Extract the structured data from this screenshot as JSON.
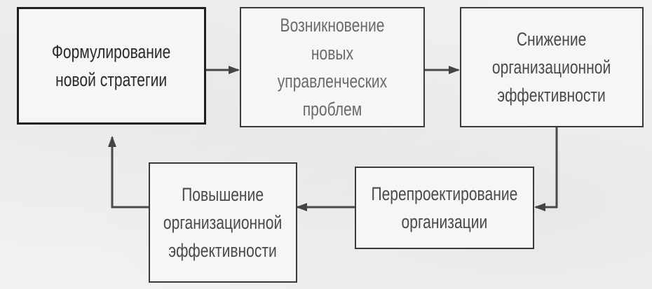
{
  "diagram": {
    "boxes": {
      "strategy": {
        "text": "Формулирование\nновой стратегии"
      },
      "problems": {
        "text": "Возникновение\nновых управленческих\nпроблем"
      },
      "decrease": {
        "text": "Снижение\nорганизационной\nэффективности"
      },
      "redesign": {
        "text": "Перепроектирование\nорганизации"
      },
      "increase": {
        "text": "Повышение\nорганизационной\nэффективности"
      }
    },
    "colors": {
      "line": "#3a3a3a",
      "arrow": "#4a4a4a",
      "text": "#4a4a4a"
    }
  }
}
